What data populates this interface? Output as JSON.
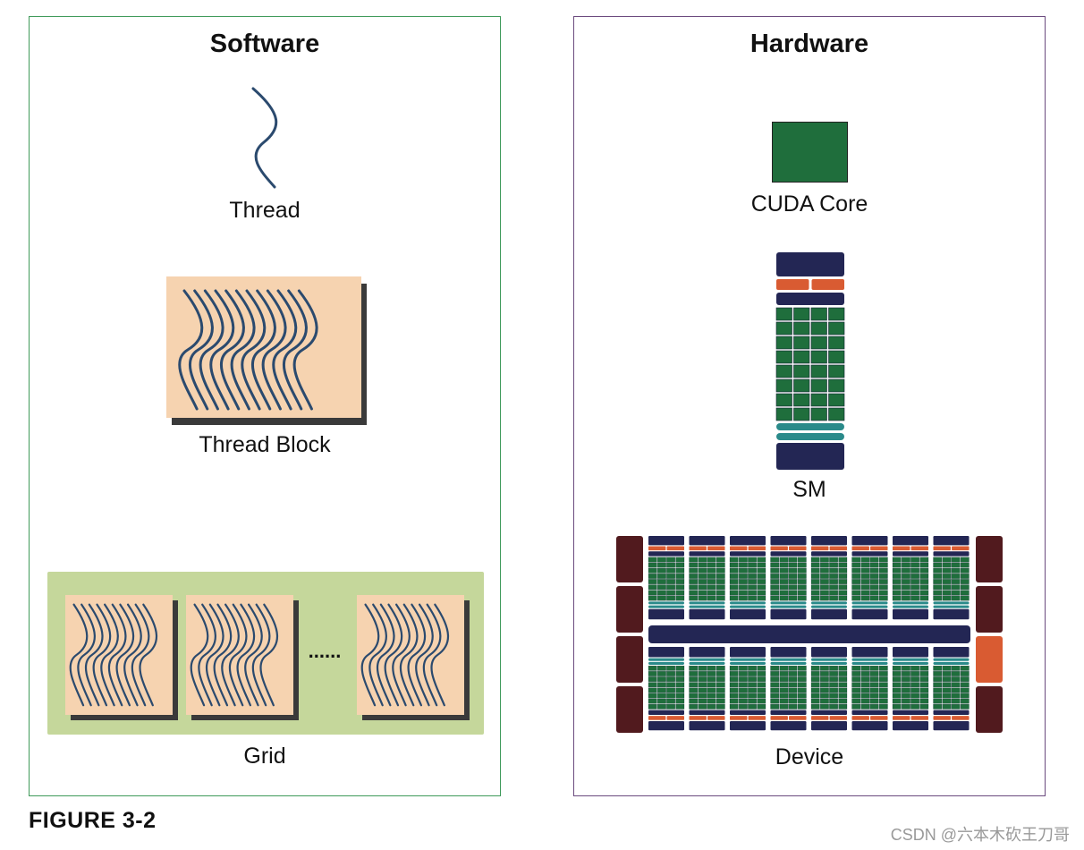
{
  "software": {
    "title": "Software",
    "thread_label": "Thread",
    "block_label": "Thread Block",
    "grid_label": "Grid",
    "grid_ellipsis": "......"
  },
  "hardware": {
    "title": "Hardware",
    "core_label": "CUDA Core",
    "sm_label": "SM",
    "device_label": "Device"
  },
  "figure_label": "FIGURE 3-2",
  "watermark": "CSDN @六本木砍王刀哥",
  "colors": {
    "thread_line": "#2b4a6e",
    "block_bg": "#f6d3b0",
    "block_shadow": "#3a3a3a",
    "grid_bg": "#c5d79b",
    "core_green": "#1f6e3c",
    "navy": "#232654",
    "orange": "#d95b32",
    "teal": "#2a8a8a",
    "maroon": "#511a1e",
    "sw_border": "#3f9a5a",
    "hw_border": "#6b4a7e"
  }
}
